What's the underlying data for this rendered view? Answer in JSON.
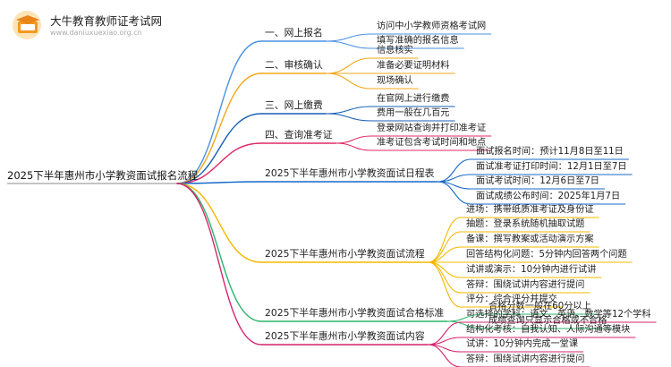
{
  "logo": {
    "title": "大牛教育教师证考试网",
    "subtitle": "www.daniuxuexiao.org.cn"
  },
  "mindmap": {
    "root": "2025下半年惠州市小学教资面试报名流程",
    "branches": [
      {
        "label": "一、网上报名",
        "color": "#4a90e2",
        "children": [
          "访问中小学教师资格考试网",
          "填写准确的报名信息"
        ]
      },
      {
        "label": "二、审核确认",
        "color": "#f0a818",
        "children": [
          "信息核实",
          "准备必要证明材料",
          "现场确认"
        ]
      },
      {
        "label": "三、网上缴费",
        "color": "#1a5fb4",
        "children": [
          "在官网上进行缴费",
          "费用一般在几百元"
        ]
      },
      {
        "label": "四、查询准考证",
        "color": "#e0286a",
        "children": [
          "登录网站查询并打印准考证",
          "准考证包含考试时间和地点"
        ]
      },
      {
        "label": "2025下半年惠州市小学教资面试日程表",
        "color": "#1769c9",
        "children": [
          "面试报名时间：预计11月8日至11日",
          "面试准考证打印时间：12月1日至7日",
          "面试考试时间：12月6日至7日",
          "面试成绩公布时间：2025年1月7日"
        ]
      },
      {
        "label": "2025下半年惠州市小学教资面试流程",
        "color": "#f5b800",
        "children": [
          "进场：携带纸质准考证及身份证",
          "抽题：登录系统随机抽取试题",
          "备课：撰写教案或活动演示方案",
          "回答结构化问题：5分钟内回答两个问题",
          "试讲或演示：10分钟内进行试讲",
          "答辩：围绕试讲内容进行提问",
          "评分：综合评分并提交"
        ]
      },
      {
        "label": "2025下半年惠州市小学教资面试合格标准",
        "color": "#2bb56a",
        "children": [
          "合格分数一般在60分以上",
          "成绩查询只显示合格或不合格"
        ]
      },
      {
        "label": "2025下半年惠州市小学教资面试内容",
        "color": "#d6246e",
        "children": [
          "可选择的学科：语文、英语、数学等12个学科",
          "结构化考核：自我认知、人际沟通等模块",
          "试讲：10分钟内完成一堂课",
          "答辩：围绕试讲内容进行提问"
        ]
      }
    ]
  }
}
